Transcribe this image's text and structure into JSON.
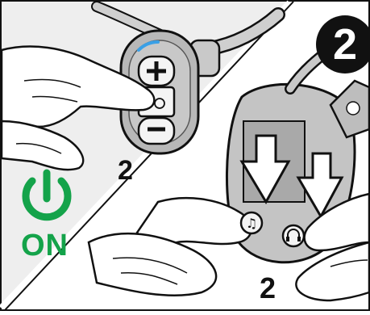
{
  "panel_left": {
    "step_number": "2",
    "status_label": "ON",
    "status_color": "#14a34a",
    "icons": [
      "power-icon",
      "plus-icon",
      "minus-icon",
      "power-button-icon"
    ]
  },
  "panel_right": {
    "badge_number": "2",
    "step_number": "2",
    "icons": [
      "music-note-icon",
      "headphones-icon",
      "arrow-down-icon"
    ]
  },
  "colors": {
    "ink": "#111111",
    "panel_gray": "#eeeeee",
    "device_gray": "#b8b8b8",
    "led_blue": "#3aa0e6"
  }
}
